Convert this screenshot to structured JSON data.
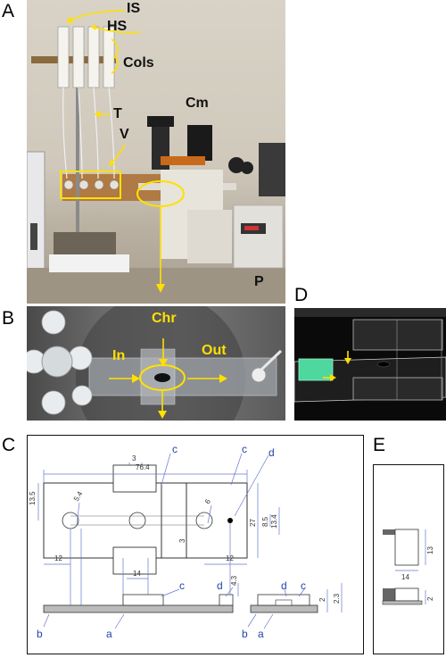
{
  "panels": {
    "A": {
      "letter": "A",
      "labels": {
        "is": "IS",
        "hs": "HS",
        "cols": "Cols",
        "t": "T",
        "v": "V",
        "cm": "Cm",
        "p": "P"
      }
    },
    "B": {
      "letter": "B",
      "labels": {
        "chr": "Chr",
        "in": "In",
        "out": "Out"
      }
    },
    "C": {
      "letter": "C",
      "labels": {
        "c": "c",
        "d": "d",
        "a": "a",
        "b": "b"
      },
      "dims": {
        "d76_4": "76.4",
        "d3_top": "3",
        "d13_5": "13.5",
        "d5_4": "5.4",
        "d6": "6",
        "d12_l": "12",
        "d12_r": "12",
        "d3_mid": "3",
        "d27": "27",
        "d8_5": "8.5",
        "d13_4": "13.4",
        "d14": "14",
        "d4_3": "4.3",
        "d2": "2",
        "d2_3": "2.3"
      }
    },
    "D": {
      "letter": "D"
    },
    "E": {
      "letter": "E",
      "dims": {
        "d13": "13",
        "d14": "14",
        "d2": "2"
      }
    }
  },
  "colors": {
    "annotation_yellow": "#ffe000",
    "diagram_blue": "#2244aa",
    "diagram_line": "#6677cc"
  }
}
